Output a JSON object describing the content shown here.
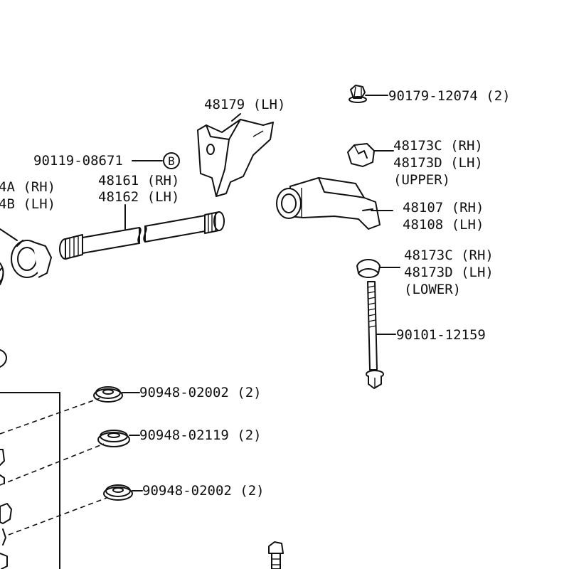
{
  "labels": {
    "bracket": "48179 (LH)",
    "nut": "90179-12074 (2)",
    "upper_cushion": [
      "48173C (RH)",
      "48173D (LH)",
      "(UPPER)"
    ],
    "bolt_b": "90119-08671",
    "circle_b": "B",
    "left_bushing": [
      "4A (RH)",
      "4B (LH)"
    ],
    "torsion_bar": [
      "48161 (RH)",
      "48162 (LH)"
    ],
    "arm": [
      "48107 (RH)",
      "48108 (LH)"
    ],
    "lower_cushion": [
      "48173C (RH)",
      "48173D (LH)",
      "(LOWER)"
    ],
    "long_bolt": "90101-12159",
    "washer_1": "90948-02002 (2)",
    "washer_2": "90948-02119 (2)",
    "washer_3": "90948-02002 (2)"
  }
}
